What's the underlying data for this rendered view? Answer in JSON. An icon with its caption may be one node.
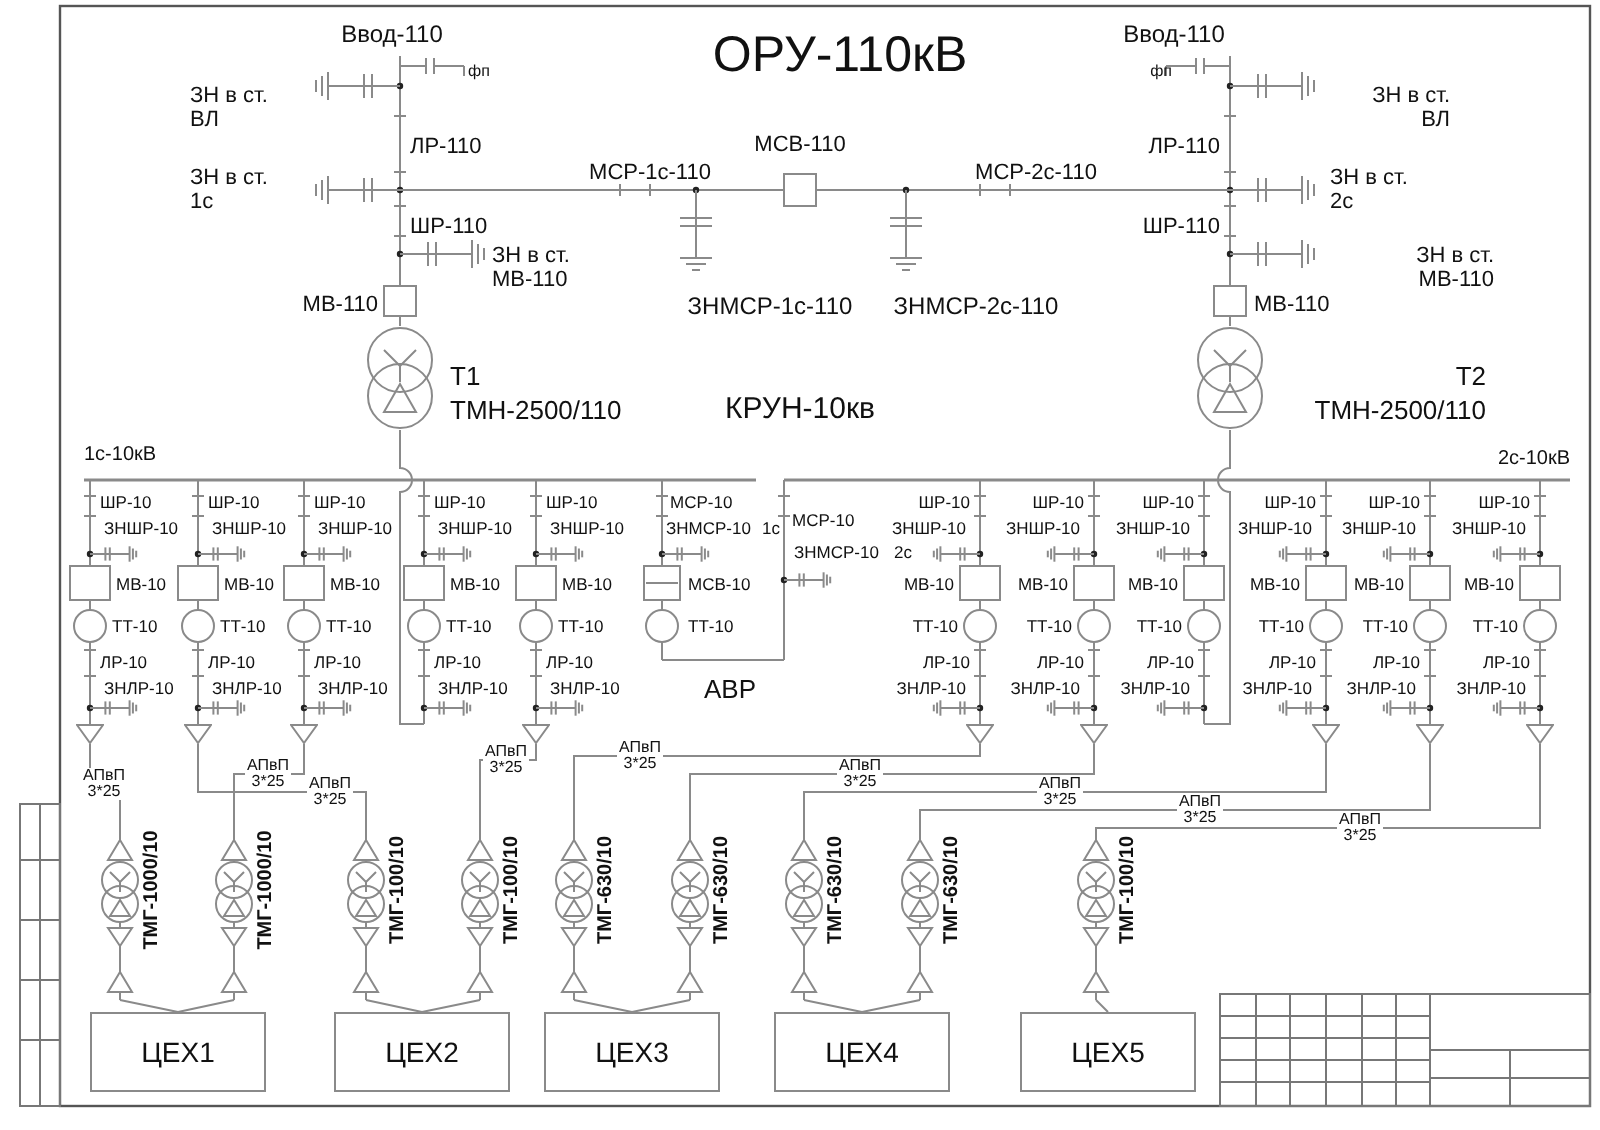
{
  "diagram": {
    "title": "ОРУ-110кВ",
    "nodes": [
      {
        "text": [],
        "shape": "circle",
        "beside": [
          "Т1",
          "ТМН-2500/110"
        ]
      },
      {
        "text": [],
        "shape": "circle",
        "beside": [
          "Т2",
          "ТМН-2500/110"
        ]
      },
      {
        "text": [],
        "shape": "triangle"
      },
      {
        "text": [],
        "shape": "triangle"
      },
      {
        "text": [],
        "shape": "triangle"
      },
      {
        "text": [],
        "shape": "triangle"
      },
      {
        "text": [],
        "shape": "triangle"
      },
      {
        "text": [],
        "shape": "triangle"
      },
      {
        "text": [],
        "shape": "triangle"
      },
      {
        "text": [],
        "shape": "triangle"
      },
      {
        "text": [],
        "shape": "triangle"
      },
      {
        "text": [],
        "shape": "circle",
        "beside": [
          "ТМГ-1000/10"
        ]
      },
      {
        "text": [],
        "shape": "circle",
        "beside": [
          "ТМГ-1000/10"
        ]
      },
      {
        "text": [],
        "shape": "circle",
        "beside": [
          "ТМГ-100/10"
        ]
      },
      {
        "text": [],
        "shape": "circle",
        "beside": [
          "ТМГ-100/10"
        ]
      },
      {
        "text": [],
        "shape": "circle",
        "beside": [
          "ТМГ-630/10"
        ]
      },
      {
        "text": [],
        "shape": "circle",
        "beside": [
          "ТМГ-630/10"
        ]
      },
      {
        "text": [],
        "shape": "circle",
        "beside": [
          "ТМГ-630/10"
        ]
      },
      {
        "text": [],
        "shape": "circle",
        "beside": [
          "ТМГ-630/10"
        ]
      },
      {
        "text": [],
        "shape": "circle",
        "beside": [
          "ТМГ-100/10"
        ]
      },
      {
        "text": [
          "ЦЕХ1"
        ]
      },
      {
        "text": [
          "ЦЕХ2"
        ]
      },
      {
        "text": [
          "ЦЕХ3"
        ]
      },
      {
        "text": [
          "ЦЕХ4"
        ]
      },
      {
        "text": [
          "ЦЕХ5"
        ]
      }
    ],
    "edges": [
      {
        "from": 2,
        "to": 11,
        "arrow": "none",
        "label": "АПвП 3*25"
      },
      {
        "from": 3,
        "to": 13,
        "arrow": "none",
        "label": "АПвП 3*25"
      },
      {
        "from": 4,
        "to": 12,
        "arrow": "none",
        "label": "АПвП 3*25"
      },
      {
        "from": 5,
        "to": 14,
        "arrow": "none",
        "label": "АПвП 3*25"
      },
      {
        "from": 6,
        "to": 15,
        "arrow": "none",
        "label": "АПвП 3*25"
      },
      {
        "from": 7,
        "to": 16,
        "arrow": "none",
        "label": "АПвП 3*25"
      },
      {
        "from": 8,
        "to": 17,
        "arrow": "none",
        "label": "АПвП 3*25"
      },
      {
        "from": 9,
        "to": 18,
        "arrow": "none",
        "label": "АПвП 3*25"
      },
      {
        "from": 10,
        "to": 19,
        "arrow": "none",
        "label": "АПвП 3*25"
      },
      {
        "from": 11,
        "to": 20,
        "arrow": "none"
      },
      {
        "from": 12,
        "to": 20,
        "arrow": "none"
      },
      {
        "from": 13,
        "to": 21,
        "arrow": "none"
      },
      {
        "from": 14,
        "to": 21,
        "arrow": "none"
      },
      {
        "from": 15,
        "to": 22,
        "arrow": "none"
      },
      {
        "from": 16,
        "to": 22,
        "arrow": "none"
      },
      {
        "from": 17,
        "to": 23,
        "arrow": "none"
      },
      {
        "from": 18,
        "to": 23,
        "arrow": "none"
      },
      {
        "from": 19,
        "to": 24,
        "arrow": "none"
      }
    ],
    "labels": [
      "Ввод-110",
      "Ввод-110",
      "фп",
      "фп",
      "ЗН в ст. ВЛ",
      "ЗН в ст. ВЛ",
      "ЛР-110",
      "МСВ-110",
      "ЛР-110",
      "ЗН в ст. 1с",
      "МСР-1с-110",
      "МСР-2с-110",
      "ЗН в ст. 2с",
      "ШР-110",
      "ШР-110",
      "ЗН в ст. МВ-110",
      "ЗН в ст. МВ-110",
      "МВ-110",
      "ЗНМСР-1с-110",
      "ЗНМСР-2с-110",
      "МВ-110",
      "КРУН-10кв",
      "1с-10кВ",
      "2с-10кВ",
      "ШР-10",
      "ЗНШР-10",
      "МВ-10",
      "ТТ-10",
      "ЛР-10",
      "ЗНЛР-10",
      "ШР-10",
      "ЗНШР-10",
      "МВ-10",
      "ТТ-10",
      "ЛР-10",
      "ЗНЛР-10",
      "ШР-10",
      "ЗНШР-10",
      "МВ-10",
      "ТТ-10",
      "ЛР-10",
      "ЗНЛР-10",
      "ШР-10",
      "ЗНШР-10",
      "МВ-10",
      "ТТ-10",
      "ЛР-10",
      "ЗНЛР-10",
      "ШР-10",
      "ЗНШР-10",
      "МВ-10",
      "ТТ-10",
      "ЛР-10",
      "ЗНЛР-10",
      "ШР-10",
      "ЗНШР-10",
      "МВ-10",
      "ТТ-10",
      "ЛР-10",
      "ЗНЛР-10",
      "ШР-10",
      "ЗНШР-10",
      "МВ-10",
      "ТТ-10",
      "ЛР-10",
      "ЗНЛР-10",
      "ШР-10",
      "ЗНШР-10",
      "МВ-10",
      "ТТ-10",
      "ЛР-10",
      "ЗНЛР-10",
      "ШР-10",
      "ЗНШР-10",
      "МВ-10",
      "ТТ-10",
      "ЛР-10",
      "ЗНЛР-10",
      "ШР-10",
      "ЗНШР-10",
      "МВ-10",
      "ТТ-10",
      "ЛР-10",
      "ЗНЛР-10",
      "ШР-10",
      "ЗНШР-10",
      "МВ-10",
      "ТТ-10",
      "ЛР-10",
      "ЗНЛР-10",
      "МСР-10",
      "ЗНМСР-10",
      "1с",
      "МСВ-10",
      "ТТ-10",
      "МСР-10",
      "ЗНМСР-10",
      "2с",
      "АВР"
    ]
  }
}
